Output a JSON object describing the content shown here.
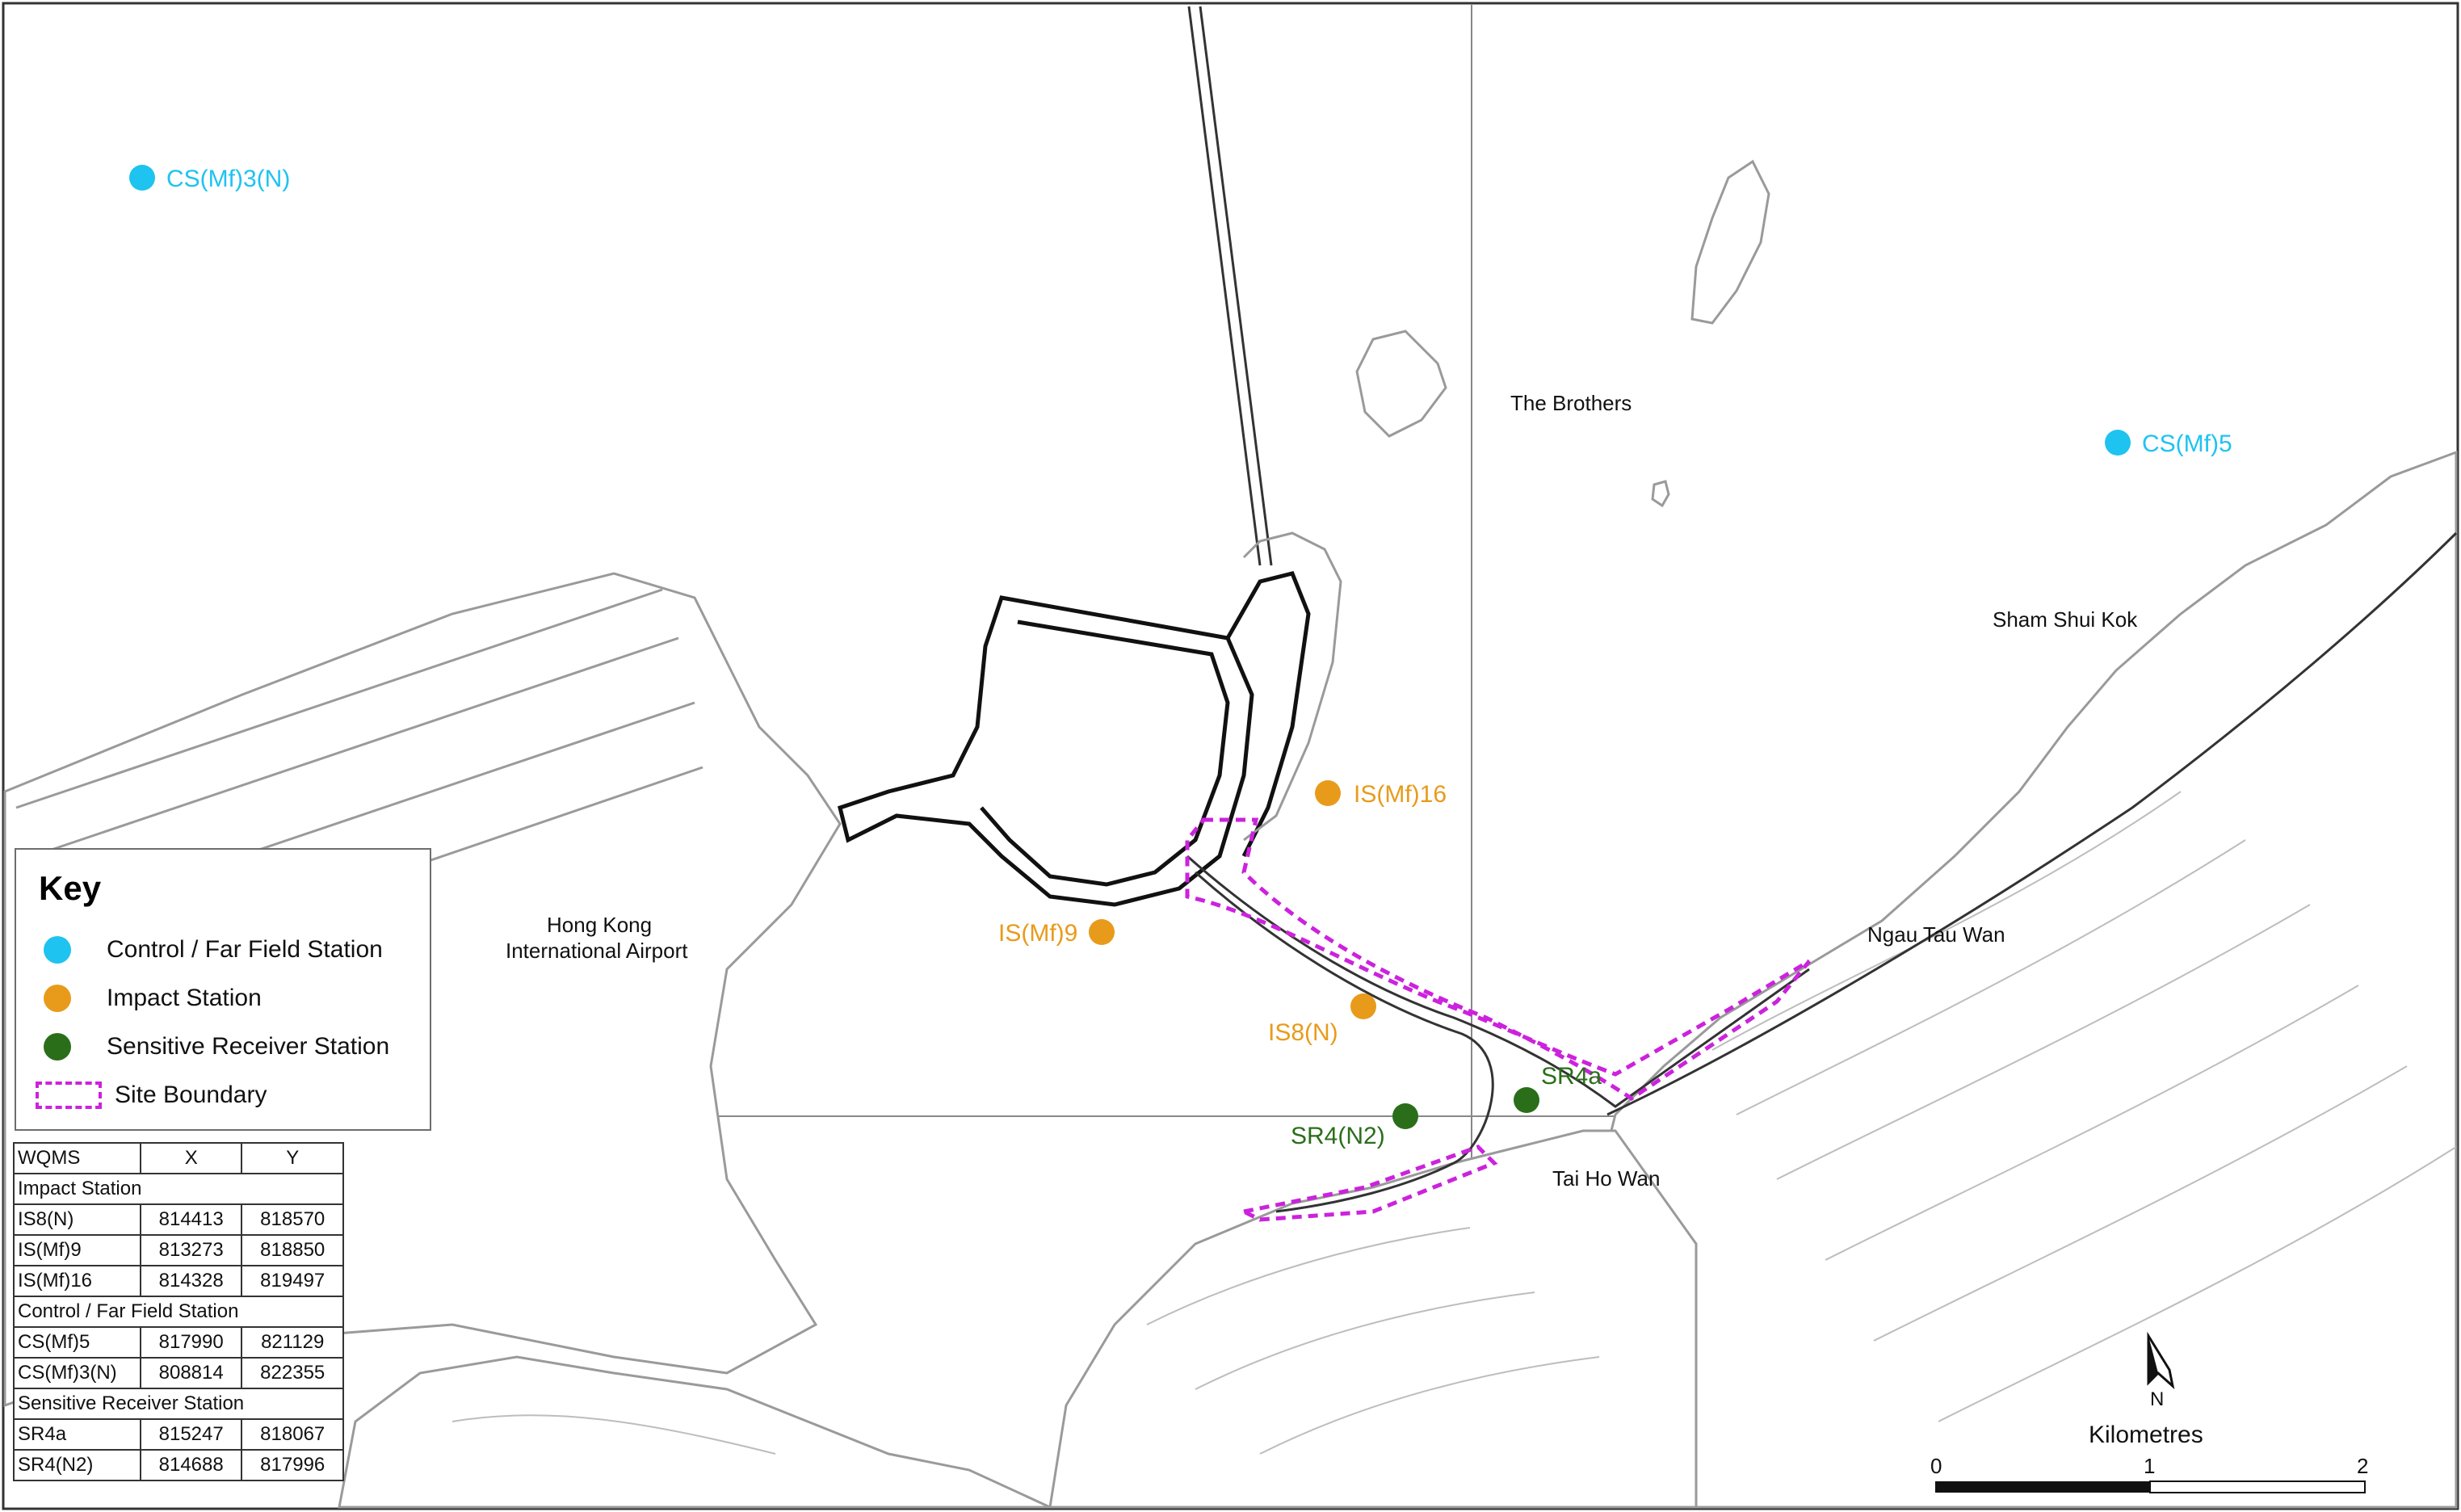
{
  "map": {
    "place_labels": [
      {
        "id": "the-brothers",
        "text": "The Brothers"
      },
      {
        "id": "sham-shui-kok",
        "text": "Sham Shui Kok"
      },
      {
        "id": "hk-airport-1",
        "text": "Hong Kong"
      },
      {
        "id": "hk-airport-2",
        "text": "International Airport"
      },
      {
        "id": "ngau-tau-wan",
        "text": "Ngau Tau Wan"
      },
      {
        "id": "tai-ho-wan",
        "text": "Tai Ho Wan"
      }
    ],
    "stations": [
      {
        "id": "cs-mf-3-n",
        "label": "CS(Mf)3(N)",
        "category": "control"
      },
      {
        "id": "cs-mf-5",
        "label": "CS(Mf)5",
        "category": "control"
      },
      {
        "id": "is-mf-16",
        "label": "IS(Mf)16",
        "category": "impact"
      },
      {
        "id": "is-mf-9",
        "label": "IS(Mf)9",
        "category": "impact"
      },
      {
        "id": "is8-n",
        "label": "IS8(N)",
        "category": "impact"
      },
      {
        "id": "sr4a",
        "label": "SR4a",
        "category": "sensitive"
      },
      {
        "id": "sr4-n2",
        "label": "SR4(N2)",
        "category": "sensitive"
      }
    ],
    "colors": {
      "control": "#1ec3f0",
      "impact": "#e89b1a",
      "sensitive": "#2a6e1a",
      "site_boundary": "#cc22dd",
      "base_map": "#9a9a9a",
      "structures": "#111111"
    },
    "north_label": "N",
    "scale": {
      "title": "Kilometres",
      "ticks": [
        "0",
        "1",
        "2"
      ]
    }
  },
  "key": {
    "title": "Key",
    "items": [
      {
        "label": "Control / Far Field Station",
        "color": "#1ec3f0",
        "kind": "dot"
      },
      {
        "label": "Impact Station",
        "color": "#e89b1a",
        "kind": "dot"
      },
      {
        "label": "Sensitive Receiver Station",
        "color": "#2a6e1a",
        "kind": "dot"
      },
      {
        "label": "Site Boundary",
        "color": "#cc22dd",
        "kind": "dashed-box"
      }
    ]
  },
  "table": {
    "headers": [
      "WQMS",
      "X",
      "Y"
    ],
    "sections": [
      {
        "title": "Impact Station",
        "rows": [
          [
            "IS8(N)",
            "814413",
            "818570"
          ],
          [
            "IS(Mf)9",
            "813273",
            "818850"
          ],
          [
            "IS(Mf)16",
            "814328",
            "819497"
          ]
        ]
      },
      {
        "title": "Control / Far Field Station",
        "rows": [
          [
            "CS(Mf)5",
            "817990",
            "821129"
          ],
          [
            "CS(Mf)3(N)",
            "808814",
            "822355"
          ]
        ]
      },
      {
        "title": "Sensitive Receiver Station",
        "rows": [
          [
            "SR4a",
            "815247",
            "818067"
          ],
          [
            "SR4(N2)",
            "814688",
            "817996"
          ]
        ]
      }
    ]
  }
}
